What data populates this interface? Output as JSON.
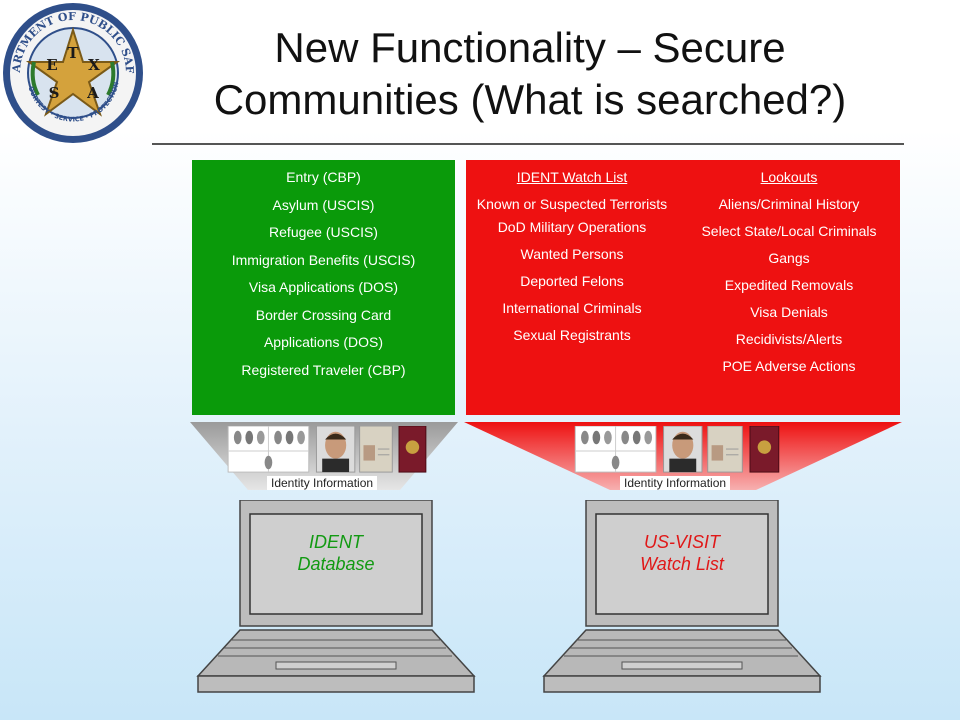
{
  "seal": {
    "text_top": "DEPARTMENT OF PUBLIC SAFETY",
    "text_bottom": "COURTESY · SERVICE · PROTECTION",
    "letters": [
      "T",
      "E",
      "X",
      "A",
      "S"
    ]
  },
  "title": {
    "line1": "New Functionality – Secure",
    "line2": "Communities (What is searched?)"
  },
  "green_panel": {
    "items": [
      "Entry (CBP)",
      "Asylum (USCIS)",
      "Refugee (USCIS)",
      "Immigration Benefits (USCIS)",
      "Visa Applications (DOS)",
      "Border Crossing Card",
      "Applications (DOS)",
      "Registered Traveler (CBP)"
    ]
  },
  "red_panel": {
    "col1_header": "IDENT Watch List",
    "col1_items": [
      "Known or Suspected Terrorists",
      "DoD Military Operations",
      "Wanted Persons",
      "Deported Felons",
      "International Criminals",
      "Sexual Registrants"
    ],
    "col2_header": "Lookouts",
    "col2_items": [
      "Aliens/Criminal History",
      "Select State/Local Criminals",
      "Gangs",
      "Expedited Removals",
      "Visa Denials",
      "Recidivists/Alerts",
      "POE Adverse Actions"
    ]
  },
  "identity": {
    "left_label": "Identity Information",
    "right_label": "Identity Information"
  },
  "laptops": {
    "left_line1": "IDENT",
    "left_line2": "Database",
    "right_line1": "US-VISIT",
    "right_line2": "Watch List"
  },
  "colors": {
    "green": "#0a9a0a",
    "red": "#ee1111",
    "left_label_color": "#129a12",
    "right_label_color": "#e01818"
  }
}
